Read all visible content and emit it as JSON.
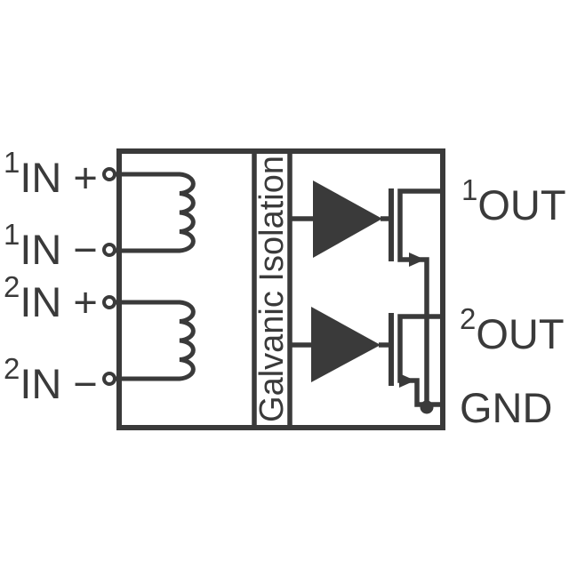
{
  "colors": {
    "ink": "#3a3a3a",
    "background": "#ffffff"
  },
  "schematic": {
    "isolation_label": "Galvanic Isolation",
    "input_pins": [
      {
        "channel": "1",
        "label": "IN +"
      },
      {
        "channel": "1",
        "label": "IN −"
      },
      {
        "channel": "2",
        "label": "IN +"
      },
      {
        "channel": "2",
        "label": "IN −"
      }
    ],
    "output_pins": [
      {
        "channel": "1",
        "label": "OUT"
      },
      {
        "channel": "2",
        "label": "OUT"
      }
    ],
    "ground_pin": {
      "label": "GND"
    }
  }
}
